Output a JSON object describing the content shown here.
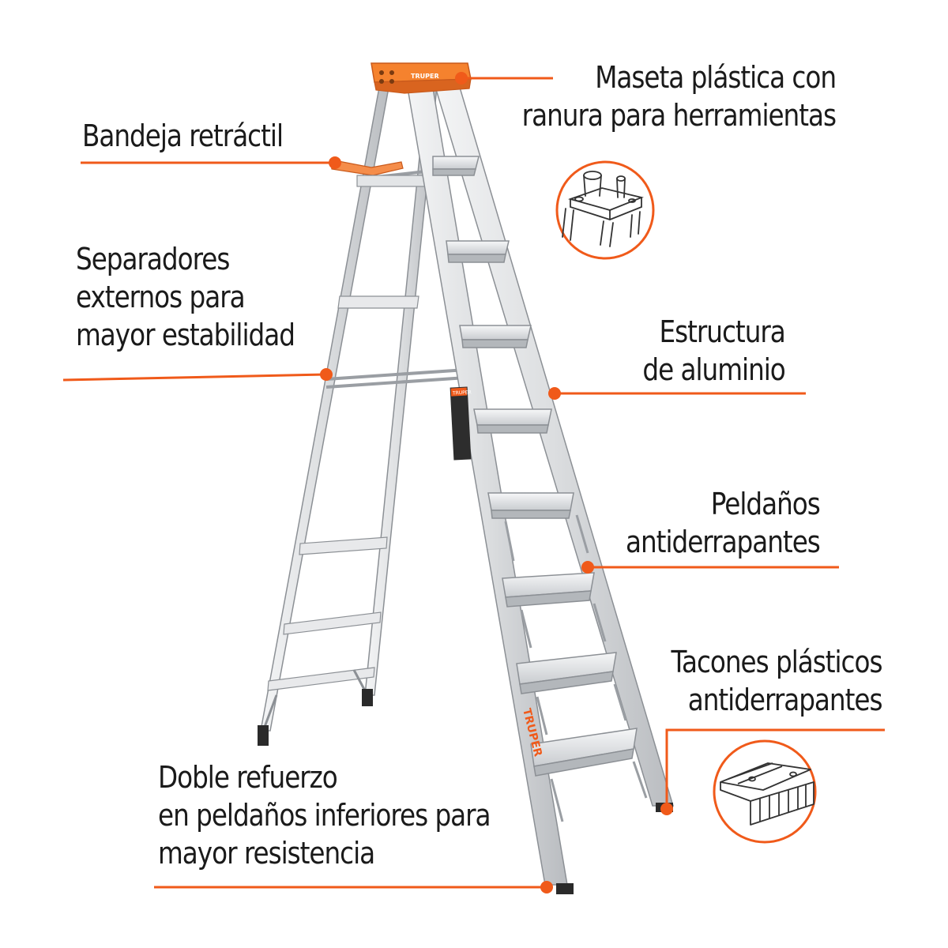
{
  "colors": {
    "accent": "#f05a1a",
    "aluminum": "#e6e7e9",
    "aluminum_edge": "#8c9095",
    "text": "#1a1a1a"
  },
  "brand": {
    "top_logo": "TRUPER",
    "rail_logo": "TRUPER",
    "sticker": "TRUPER"
  },
  "callouts": {
    "top_cap": {
      "line1": "Maseta plástica con",
      "line2": "ranura para herramientas",
      "detail_icon": "plastic-top-cap-icon"
    },
    "tray": {
      "line1": "Bandeja retráctil"
    },
    "spreaders": {
      "line1": "Separadores",
      "line2": "externos para",
      "line3": "mayor estabilidad"
    },
    "structure": {
      "line1": "Estructura",
      "line2": "de aluminio"
    },
    "steps": {
      "line1": "Peldaños",
      "line2": "antiderrapantes"
    },
    "feet": {
      "line1": "Tacones plásticos",
      "line2": "antiderrapantes",
      "detail_icon": "plastic-foot-icon"
    },
    "reinforcement": {
      "line1": "Doble refuerzo",
      "line2": "en peldaños inferiores para",
      "line3": "mayor resistencia"
    }
  }
}
